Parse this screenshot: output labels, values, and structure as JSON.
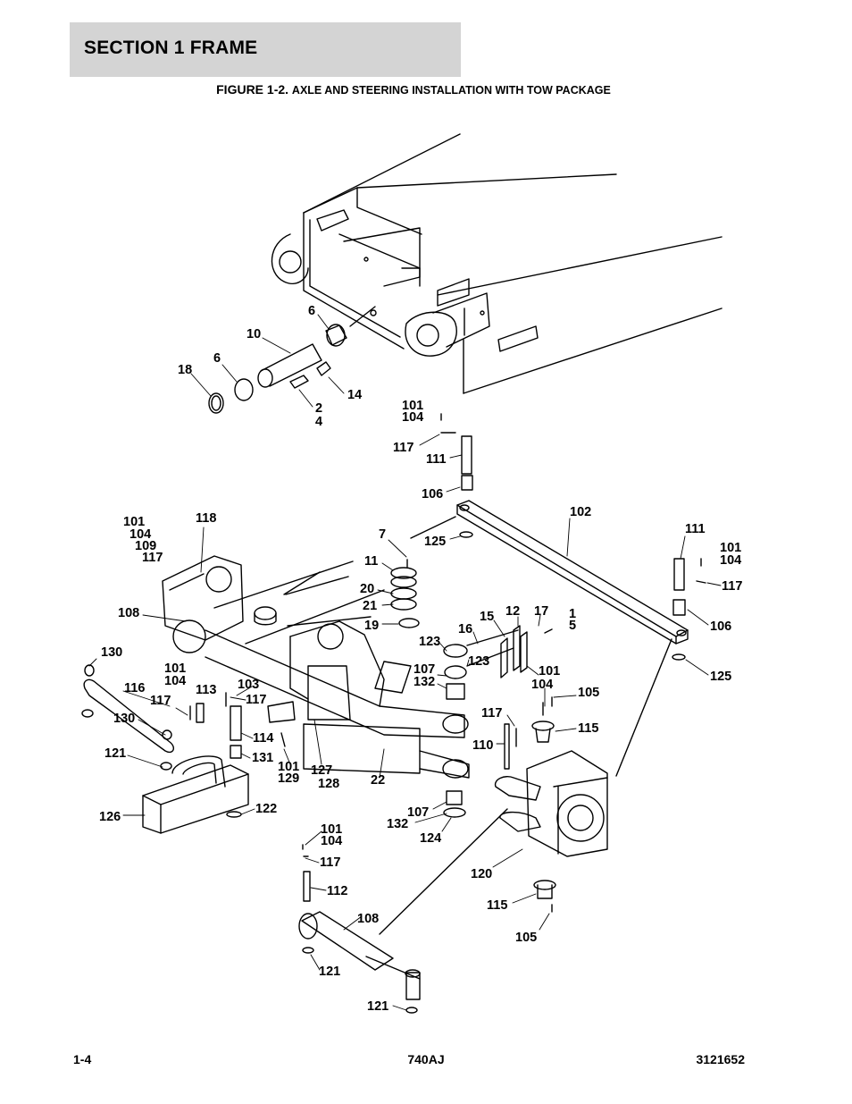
{
  "header": {
    "section_title": "SECTION 1  FRAME"
  },
  "figure": {
    "number": "FIGURE 1-2.",
    "title": "AXLE AND STEERING INSTALLATION WITH TOW PACKAGE"
  },
  "callouts": [
    {
      "id": "c6a",
      "text": "6"
    },
    {
      "id": "c10",
      "text": "10"
    },
    {
      "id": "c6b",
      "text": "6"
    },
    {
      "id": "c18",
      "text": "18"
    },
    {
      "id": "c14",
      "text": "14"
    },
    {
      "id": "c2",
      "text": "2"
    },
    {
      "id": "c4",
      "text": "4"
    },
    {
      "id": "c101a",
      "text": "101"
    },
    {
      "id": "c104a",
      "text": "104"
    },
    {
      "id": "c117a",
      "text": "117"
    },
    {
      "id": "c111a",
      "text": "111"
    },
    {
      "id": "c106a",
      "text": "106"
    },
    {
      "id": "c102",
      "text": "102"
    },
    {
      "id": "c125a",
      "text": "125"
    },
    {
      "id": "c7",
      "text": "7"
    },
    {
      "id": "c11",
      "text": "11"
    },
    {
      "id": "c20",
      "text": "20"
    },
    {
      "id": "c21",
      "text": "21"
    },
    {
      "id": "c19",
      "text": "19"
    },
    {
      "id": "c111b",
      "text": "111"
    },
    {
      "id": "c101b",
      "text": "101"
    },
    {
      "id": "c104b",
      "text": "104"
    },
    {
      "id": "c117b",
      "text": "117"
    },
    {
      "id": "c106b",
      "text": "106"
    },
    {
      "id": "c125b",
      "text": "125"
    },
    {
      "id": "c101c",
      "text": "101"
    },
    {
      "id": "c104c",
      "text": "104"
    },
    {
      "id": "c109",
      "text": "109"
    },
    {
      "id": "c117c",
      "text": "117"
    },
    {
      "id": "c118",
      "text": "118"
    },
    {
      "id": "c108a",
      "text": "108"
    },
    {
      "id": "c130a",
      "text": "130"
    },
    {
      "id": "c116",
      "text": "116"
    },
    {
      "id": "c101d",
      "text": "101"
    },
    {
      "id": "c104d",
      "text": "104"
    },
    {
      "id": "c117d",
      "text": "117"
    },
    {
      "id": "c113",
      "text": "113"
    },
    {
      "id": "c103",
      "text": "103"
    },
    {
      "id": "c117e",
      "text": "117"
    },
    {
      "id": "c130b",
      "text": "130"
    },
    {
      "id": "c121a",
      "text": "121"
    },
    {
      "id": "c114",
      "text": "114"
    },
    {
      "id": "c131",
      "text": "131"
    },
    {
      "id": "c101e",
      "text": "101"
    },
    {
      "id": "c129",
      "text": "129"
    },
    {
      "id": "c127",
      "text": "127"
    },
    {
      "id": "c128",
      "text": "128"
    },
    {
      "id": "c22",
      "text": "22"
    },
    {
      "id": "c126",
      "text": "126"
    },
    {
      "id": "c122",
      "text": "122"
    },
    {
      "id": "c15",
      "text": "15"
    },
    {
      "id": "c12",
      "text": "12"
    },
    {
      "id": "c17",
      "text": "17"
    },
    {
      "id": "c1",
      "text": "1"
    },
    {
      "id": "c5",
      "text": "5"
    },
    {
      "id": "c16",
      "text": "16"
    },
    {
      "id": "c123a",
      "text": "123"
    },
    {
      "id": "c123b",
      "text": "123"
    },
    {
      "id": "c107a",
      "text": "107"
    },
    {
      "id": "c132a",
      "text": "132"
    },
    {
      "id": "c101f",
      "text": "101"
    },
    {
      "id": "c104f",
      "text": "104"
    },
    {
      "id": "c105a",
      "text": "105"
    },
    {
      "id": "c117f",
      "text": "117"
    },
    {
      "id": "c110",
      "text": "110"
    },
    {
      "id": "c115a",
      "text": "115"
    },
    {
      "id": "c107b",
      "text": "107"
    },
    {
      "id": "c132b",
      "text": "132"
    },
    {
      "id": "c124",
      "text": "124"
    },
    {
      "id": "c120",
      "text": "120"
    },
    {
      "id": "c115b",
      "text": "115"
    },
    {
      "id": "c105b",
      "text": "105"
    },
    {
      "id": "c101g",
      "text": "101"
    },
    {
      "id": "c104g",
      "text": "104"
    },
    {
      "id": "c117g",
      "text": "117"
    },
    {
      "id": "c112",
      "text": "112"
    },
    {
      "id": "c108b",
      "text": "108"
    },
    {
      "id": "c121b",
      "text": "121"
    },
    {
      "id": "c121c",
      "text": "121"
    }
  ],
  "footer": {
    "page": "1-4",
    "model": "740AJ",
    "doc_number": "3121652"
  }
}
